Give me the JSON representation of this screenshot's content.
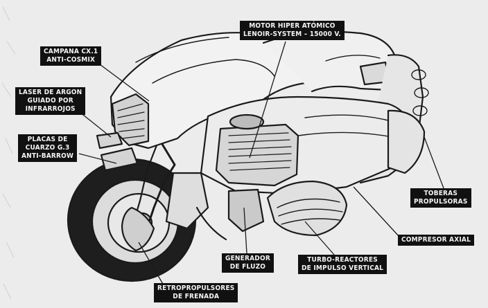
{
  "labels": {
    "motor": [
      "MOTOR HIPER ATÓMICO",
      "LENOIR-SYSTEM – 15000 V."
    ],
    "campana": [
      "CAMPANA CX.1",
      "ANTI-COSMIX"
    ],
    "laser": [
      "LASER DE ARGON",
      "GUIADO POR",
      "INFRARROJOS"
    ],
    "placas": [
      "PLACAS DE",
      "CUARZO G.3",
      "ANTI-BARROW"
    ],
    "toberas": [
      "TOBERAS",
      "PROPULSORAS"
    ],
    "compresor": [
      "COMPRESOR AXIAL"
    ],
    "generador": [
      "GENERADOR",
      "DE FLUZO"
    ],
    "turbo": [
      "TURBO-REACTORES",
      "DE IMPULSO VERTICAL"
    ],
    "retro": [
      "RETROPROPULSORES",
      "DE FRENADA"
    ]
  },
  "colors": {
    "ink": "#1a1a1a",
    "paper": "#ececec",
    "label_bg": "#111111",
    "label_text": "#f4f4f4"
  }
}
